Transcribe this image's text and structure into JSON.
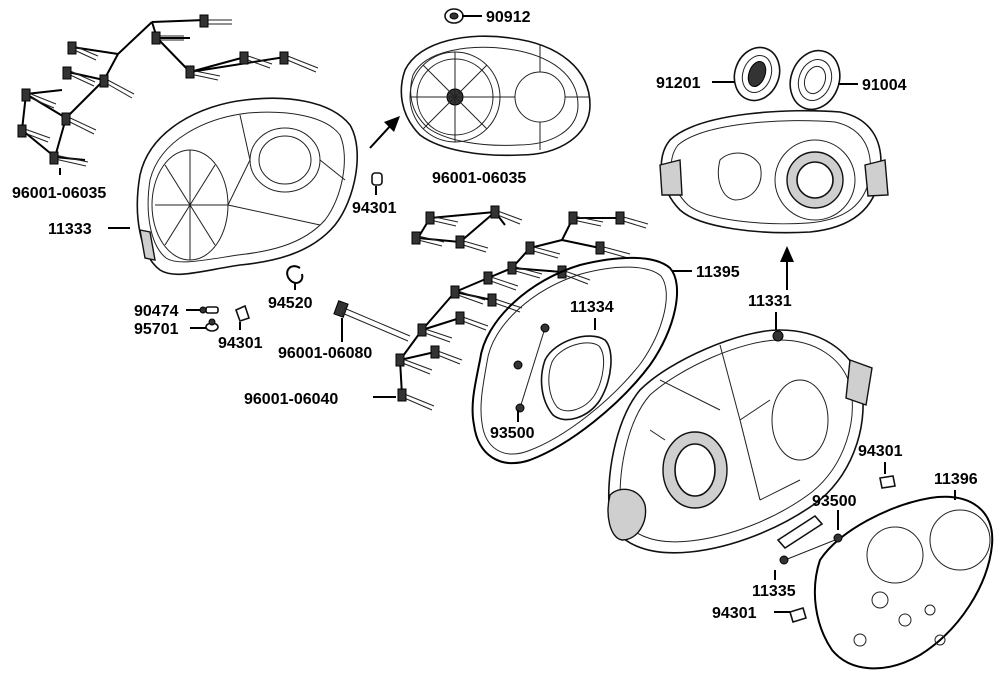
{
  "labels": {
    "p90912": "90912",
    "p91201": "91201",
    "p91004": "91004",
    "p96001_06035_a": "96001-06035",
    "p11333": "11333",
    "p94301_a": "94301",
    "p96001_06035_b": "96001-06035",
    "p11395": "11395",
    "p11331": "11331",
    "p90474": "90474",
    "p95701": "95701",
    "p94301_b": "94301",
    "p94520": "94520",
    "p96001_06080": "96001-06080",
    "p11334": "11334",
    "p96001_06040": "96001-06040",
    "p93500_a": "93500",
    "p94301_c": "94301",
    "p11396": "11396",
    "p93500_b": "93500",
    "p11335": "11335",
    "p94301_d": "94301"
  }
}
